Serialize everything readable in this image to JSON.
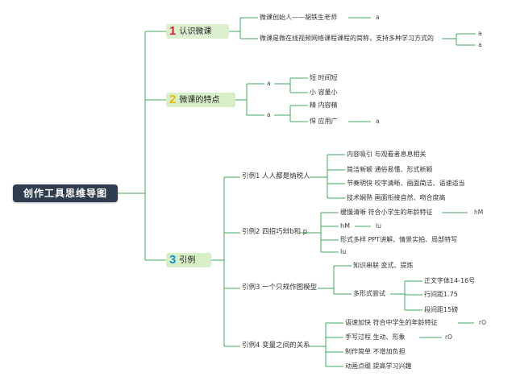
{
  "root": "创作工具思维导图",
  "branches": [
    {
      "num": "1",
      "label": "认识微课",
      "items": [
        {
          "text": "微课创始人——胡铁生老师",
          "mark": "a"
        },
        {
          "text": "微课是微在线视频网络课程课程的简称，支持多种学习方式的",
          "marks": [
            "a",
            "a"
          ]
        }
      ]
    },
    {
      "num": "2",
      "label": "微课的特点",
      "groups": [
        {
          "mark": "a",
          "items": [
            "短 时间短",
            "小 容量小"
          ]
        },
        {
          "mark": "a",
          "items": [
            "精 内容精",
            "悍 应用广"
          ],
          "item_mark": "a"
        }
      ]
    },
    {
      "num": "3",
      "label": "引例",
      "subs": [
        {
          "label": "引例1 人人都是纳税人",
          "items": [
            "内容吸引 与观看者息息相关",
            "简洁新颖 通俗易懂、形式新颖",
            "节奏明快 咬字清晰、画面简洁、语速适当",
            "技术娴熟 画面衔接自然、吻合度高"
          ]
        },
        {
          "label": "引例2 四招巧辩b和 p",
          "items": [
            {
              "text": "缓慢清晰 符合小学生的年龄特征",
              "mark": "hM"
            },
            {
              "text": "hM",
              "mark": "lu"
            },
            {
              "text": "形式多样 PPT讲解、情景实拍、局部特写"
            },
            {
              "text": "lu"
            }
          ]
        },
        {
          "label": "引例3 一个只规作图模型",
          "items": [
            {
              "text": "知识串联 变式、提炼"
            },
            {
              "text": "多形式尝试",
              "children": [
                "正文字体14-16号",
                "行间距1.75",
                "段间距15磅"
              ]
            }
          ]
        },
        {
          "label": "引例4 变量之间的关系",
          "items": [
            {
              "text": "语速加快 符合中学生的年龄特征",
              "mark": "rO"
            },
            {
              "text": "手写过程 生动、形象",
              "mark": "rO"
            },
            {
              "text": "制作简单 不增加负担"
            },
            {
              "text": "动画点缀 提高学习兴趣"
            }
          ]
        }
      ]
    }
  ],
  "colors": {
    "line": "#3fa85e",
    "root_bg": "#2f3e4e",
    "branch_bg": "#d6efc6",
    "num1": "#e02030",
    "num2": "#f0b800",
    "num3": "#1a8fd8"
  }
}
